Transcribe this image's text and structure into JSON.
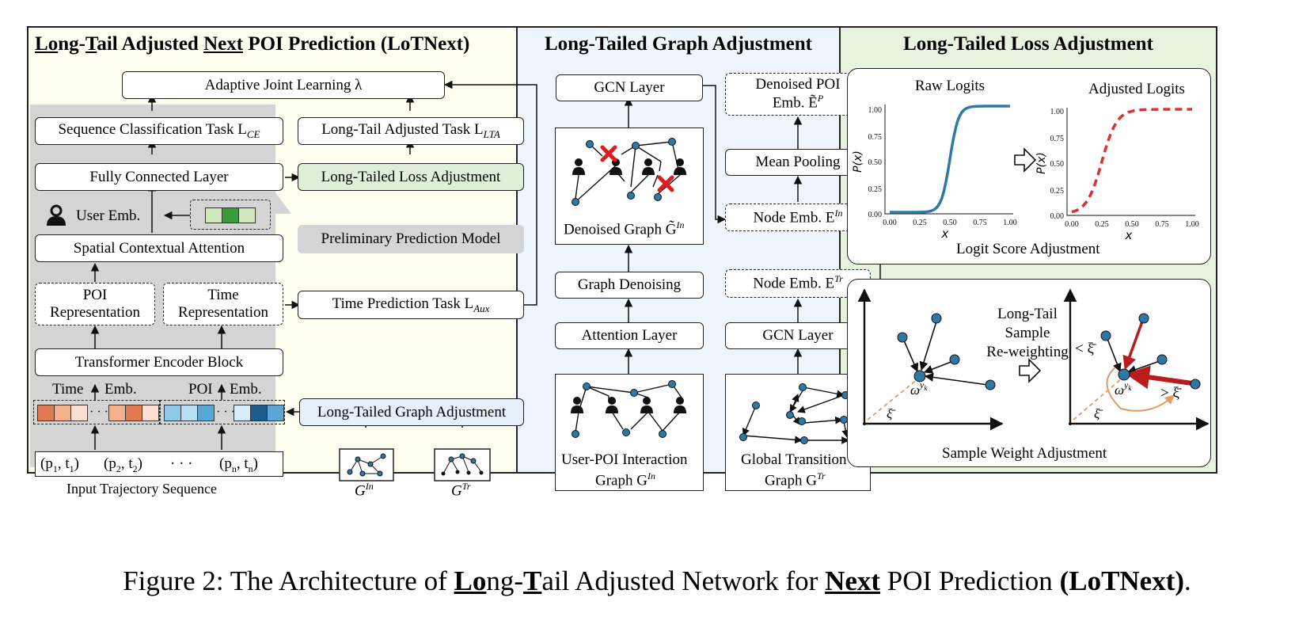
{
  "colors": {
    "left_panel_bg": "#fdfdf0",
    "middle_panel_bg": "#eef5fc",
    "right_panel_bg": "#e6f3df",
    "gray_region": "#d4d4d4",
    "loss_adjust_fill": "#dff0d8",
    "graph_adjust_fill": "#e6f0fa",
    "node_blue": "#2f78a4",
    "time_orange": [
      "#e07a50",
      "#f2b08e",
      "#fbe0d2"
    ],
    "poi_blue": [
      "#8ec9ea",
      "#5aa7d6",
      "#1d5d8e"
    ],
    "user_green": [
      "#cfe8c0",
      "#3c9a3c"
    ],
    "curve_blue": "#2e79a8",
    "curve_red": "#e03030",
    "arrow_red": "#b81c1c",
    "arc_orange": "#e39a60"
  },
  "left": {
    "title": {
      "p1": "L",
      "p2": "o",
      "p3": "ng-",
      "p4": "T",
      "p5": "ail Adjusted ",
      "p6": "Next",
      "p7": " POI Prediction (LoTNext)"
    },
    "adaptive": "Adaptive Joint Learning λ",
    "seq_task": "Sequence Classification Task L",
    "seq_task_sub": "CE",
    "lt_task": "Long-Tail Adjusted Task L",
    "lt_task_sub": "LTA",
    "fc": "Fully Connected Layer",
    "lt_loss": "Long-Tailed Loss Adjustment",
    "user_emb": "User Emb.",
    "prelim": "Preliminary Prediction Model",
    "spatial": "Spatial Contextual Attention",
    "poi_rep": "POI Representation",
    "time_rep": "Time Representation",
    "time_task": "Time Prediction Task L",
    "time_task_sub": "Aux",
    "transformer": "Transformer Encoder Block",
    "time_emb_a": "Time",
    "time_emb_b": "Emb.",
    "poi_emb_a": "POI",
    "poi_emb_b": "Emb.",
    "lt_graph": "Long-Tailed Graph Adjustment",
    "seq": [
      "(p",
      "1",
      ", t",
      "1",
      ")",
      "(p",
      "2",
      ", t",
      "2",
      ")",
      "· · ·",
      "(p",
      "n",
      ", t",
      "n",
      ")"
    ],
    "input_label": "Input Trajectory Sequence",
    "g_in": "G",
    "g_in_sup": "In",
    "g_tr": "G",
    "g_tr_sup": "Tr"
  },
  "middle": {
    "title": "Long-Tailed Graph Adjustment",
    "gcn_top": "GCN Layer",
    "denoised_poi_a": "Denoised POI",
    "denoised_poi_b": "Emb. Ẽ",
    "denoised_poi_sup": "P",
    "denoised_graph": "Denoised Graph G̃",
    "denoised_graph_sup": "In",
    "mean_pool": "Mean Pooling",
    "node_in": "Node Emb. E",
    "node_in_sup": "In",
    "graph_denoise": "Graph Denoising",
    "node_tr": "Node Emb. E",
    "node_tr_sup": "Tr",
    "attention": "Attention Layer",
    "gcn_bottom": "GCN Layer",
    "upi_a": "User-POI Interaction",
    "upi_b": "Graph G",
    "upi_sup": "In",
    "gtg_a": "Global Transition",
    "gtg_b": "Graph G",
    "gtg_sup": "Tr"
  },
  "right": {
    "title": "Long-Tailed Loss Adjustment",
    "raw_title": "Raw Logits",
    "adj_title": "Adjusted Logits",
    "ylabel": "P(x)",
    "xlabel": "x",
    "xticks": [
      "0.00",
      "0.25",
      "0.50",
      "0.75",
      "1.00"
    ],
    "yticks": [
      "0.00",
      "0.25",
      "0.50",
      "0.75",
      "1.00"
    ],
    "logit_caption": "Logit Score Adjustment",
    "resample_a": "Long-Tail",
    "resample_b": "Sample",
    "resample_c": "Re-weighting",
    "omega": "ω",
    "omega_sup": "y",
    "omega_subsub": "k",
    "xi": "ξ̄",
    "lt_xi": "< ξ̄",
    "gt_xi": "> ξ̄",
    "weight_caption": "Sample Weight Adjustment"
  },
  "caption": {
    "c1": "Figure 2: The Architecture of ",
    "c2": "Lo",
    "c3": "ng-",
    "c4": "T",
    "c5": "ail Adjusted Network for ",
    "c6": "Next",
    "c7": " POI Prediction ",
    "c8": "(LoTNext)",
    "c9": "."
  }
}
